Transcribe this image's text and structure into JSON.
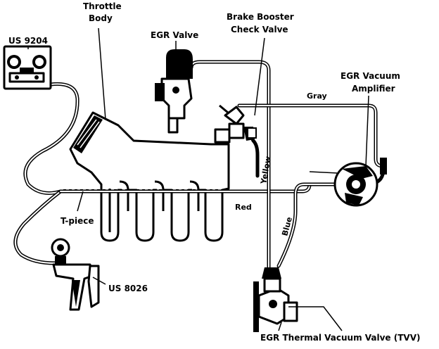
{
  "labels": {
    "throttle_body_line1": "Throttle",
    "throttle_body_line2": "Body",
    "egr_valve": "EGR Valve",
    "brake_booster_line1": "Brake Booster",
    "brake_booster_line2": "Check Valve",
    "us9204": "US 9204",
    "egr_amp_line1": "EGR Vacuum",
    "egr_amp_line2": "Amplifier",
    "gray": "Gray",
    "yellow": "Yellow",
    "red": "Red",
    "blue": "Blue",
    "t_piece": "T-piece",
    "us8026": "US 8026",
    "tvv": "EGR Thermal Vacuum Valve (TVV)"
  }
}
